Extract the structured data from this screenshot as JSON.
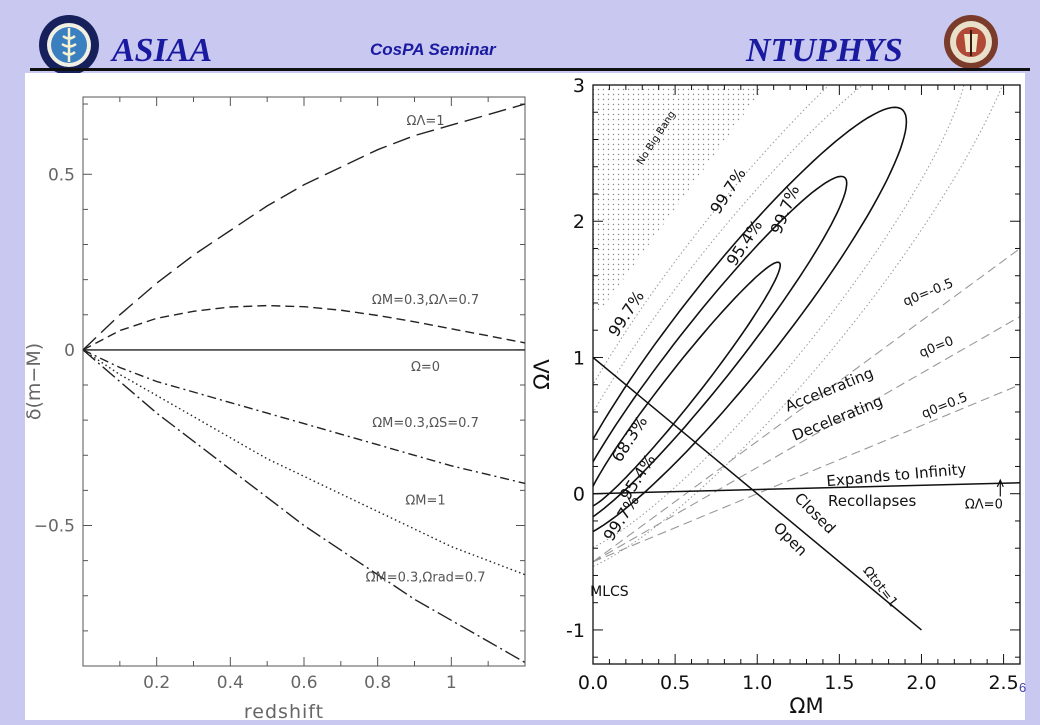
{
  "header": {
    "left_title": "ASIAA",
    "center_title": "CosPA  Seminar",
    "right_title": "NTUPHYS",
    "page_number": "6",
    "left_logo_icon": "academia-sinica-seal-icon",
    "right_logo_icon": "ntu-seal-icon",
    "colors": {
      "background": "#c8c8f0",
      "title": "#1a1aa0"
    }
  },
  "chart_data": [
    {
      "type": "line",
      "xlabel": "redshift",
      "ylabel": "δ(m−M)",
      "xlim": [
        0,
        1.2
      ],
      "ylim": [
        -0.9,
        0.72
      ],
      "xticks": [
        0.2,
        0.4,
        0.6,
        0.8,
        1
      ],
      "xtick_labels": [
        "0.2",
        "0.4",
        "0.6",
        "0.8",
        "1"
      ],
      "yticks": [
        0.5,
        0,
        -0.5
      ],
      "ytick_labels": [
        "0.5",
        "0",
        "−0.5"
      ],
      "grid": false,
      "series": [
        {
          "label": "ΩΛ=1",
          "style": "long-dash",
          "x": [
            0,
            0.1,
            0.2,
            0.3,
            0.4,
            0.5,
            0.6,
            0.7,
            0.8,
            0.9,
            1.0,
            1.1,
            1.2
          ],
          "y": [
            0,
            0.1,
            0.19,
            0.27,
            0.34,
            0.41,
            0.47,
            0.52,
            0.57,
            0.61,
            0.64,
            0.67,
            0.7
          ]
        },
        {
          "label": "ΩM=0.3,ΩΛ=0.7",
          "style": "dash",
          "x": [
            0,
            0.1,
            0.2,
            0.3,
            0.4,
            0.5,
            0.6,
            0.7,
            0.8,
            0.9,
            1.0,
            1.1,
            1.2
          ],
          "y": [
            0,
            0.055,
            0.09,
            0.11,
            0.122,
            0.126,
            0.123,
            0.113,
            0.098,
            0.08,
            0.06,
            0.04,
            0.02
          ]
        },
        {
          "label": "Ω=0",
          "style": "solid",
          "x": [
            0,
            1.2
          ],
          "y": [
            0,
            0
          ]
        },
        {
          "label": "ΩM=0.3,ΩS=0.7",
          "style": "dash-dot",
          "x": [
            0,
            0.1,
            0.2,
            0.3,
            0.4,
            0.5,
            0.6,
            0.7,
            0.8,
            0.9,
            1.0,
            1.1,
            1.2
          ],
          "y": [
            0,
            -0.05,
            -0.09,
            -0.12,
            -0.15,
            -0.18,
            -0.21,
            -0.24,
            -0.27,
            -0.3,
            -0.33,
            -0.355,
            -0.38
          ]
        },
        {
          "label": "ΩM=1",
          "style": "dotted",
          "x": [
            0,
            0.1,
            0.2,
            0.3,
            0.4,
            0.5,
            0.6,
            0.7,
            0.8,
            0.9,
            1.0,
            1.1,
            1.2
          ],
          "y": [
            0,
            -0.07,
            -0.13,
            -0.19,
            -0.25,
            -0.31,
            -0.36,
            -0.41,
            -0.46,
            -0.51,
            -0.56,
            -0.6,
            -0.64
          ]
        },
        {
          "label": "ΩM=0.3,Ωrad=0.7",
          "style": "long-dash-dot",
          "x": [
            0,
            0.1,
            0.2,
            0.3,
            0.4,
            0.5,
            0.6,
            0.7,
            0.8,
            0.9,
            1.0,
            1.1,
            1.2
          ],
          "y": [
            0,
            -0.09,
            -0.18,
            -0.26,
            -0.34,
            -0.42,
            -0.5,
            -0.57,
            -0.64,
            -0.71,
            -0.77,
            -0.83,
            -0.89
          ]
        }
      ],
      "annotations": [
        {
          "text": "ΩΛ=1",
          "x": 0.93,
          "y": 0.64
        },
        {
          "text": "ΩM=0.3,ΩΛ=0.7",
          "x": 0.93,
          "y": 0.13
        },
        {
          "text": "Ω=0",
          "x": 0.93,
          "y": -0.06
        },
        {
          "text": "ΩM=0.3,ΩS=0.7",
          "x": 0.93,
          "y": -0.22
        },
        {
          "text": "ΩM=1",
          "x": 0.93,
          "y": -0.44
        },
        {
          "text": "ΩM=0.3,Ωrad=0.7",
          "x": 0.93,
          "y": -0.66
        }
      ]
    },
    {
      "type": "line",
      "xlabel": "ΩM",
      "ylabel": "ΩΛ",
      "xlim": [
        0,
        2.6
      ],
      "ylim": [
        -1.25,
        3
      ],
      "xticks": [
        0,
        0.5,
        1,
        1.5,
        2,
        2.5
      ],
      "xtick_labels": [
        "0.0",
        "0.5",
        "1.0",
        "1.5",
        "2.0",
        "2.5"
      ],
      "yticks": [
        -1,
        0,
        1,
        2,
        3
      ],
      "ytick_labels": [
        "-1",
        "0",
        "1",
        "2",
        "3"
      ],
      "grid": false,
      "contours": [
        {
          "level": "68.3%",
          "center": [
            0.55,
            0.8
          ],
          "a": 1.07,
          "b": 0.11,
          "angle_deg": 57
        },
        {
          "level": "95.4%",
          "center": [
            0.7,
            1.05
          ],
          "a": 1.52,
          "b": 0.2,
          "angle_deg": 57
        },
        {
          "level": "99.7%",
          "center": [
            0.85,
            1.25
          ],
          "a": 1.88,
          "b": 0.32,
          "angle_deg": 57
        }
      ],
      "lines": [
        {
          "label": "q0=-0.5",
          "style": "dash",
          "x": [
            0,
            2.6
          ],
          "y": [
            -0.5,
            1.8
          ]
        },
        {
          "label": "q0=0",
          "style": "dash",
          "x": [
            0,
            2.6
          ],
          "y": [
            -0.5,
            1.3
          ]
        },
        {
          "label": "q0=0.5",
          "style": "dash",
          "x": [
            0,
            2.6
          ],
          "y": [
            -0.5,
            0.8
          ]
        },
        {
          "label": "Ωtot=1",
          "style": "solid",
          "x": [
            0,
            2
          ],
          "y": [
            1,
            -1
          ]
        },
        {
          "label": "ΩΛ=0",
          "style": "solid",
          "x": [
            0,
            2.6
          ],
          "y": [
            0,
            0.08
          ]
        }
      ],
      "text_annotations": [
        {
          "text": "No Big Bang",
          "x": 0.4,
          "y": 2.6,
          "angle": -57,
          "size": 10
        },
        {
          "text": "99.7%",
          "x": 0.85,
          "y": 2.2,
          "angle": -57,
          "size": 16
        },
        {
          "text": "95.4%",
          "x": 0.95,
          "y": 1.82,
          "angle": -57,
          "size": 16
        },
        {
          "text": "99.7%",
          "x": 1.2,
          "y": 2.07,
          "angle": -68,
          "size": 16
        },
        {
          "text": "99.7%",
          "x": 0.23,
          "y": 1.3,
          "angle": -57,
          "size": 16
        },
        {
          "text": "68.3%",
          "x": 0.25,
          "y": 0.38,
          "angle": -57,
          "size": 16
        },
        {
          "text": "95.4%",
          "x": 0.3,
          "y": 0.1,
          "angle": -57,
          "size": 16
        },
        {
          "text": "99.7%",
          "x": 0.2,
          "y": -0.2,
          "angle": -57,
          "size": 16
        },
        {
          "text": "q0=-0.5",
          "x": 2.05,
          "y": 1.45,
          "angle": -22,
          "size": 13
        },
        {
          "text": "q0=0",
          "x": 2.1,
          "y": 1.05,
          "angle": -22,
          "size": 13
        },
        {
          "text": "Accelerating",
          "x": 1.45,
          "y": 0.73,
          "angle": -22,
          "size": 15
        },
        {
          "text": "Decelerating",
          "x": 1.5,
          "y": 0.52,
          "angle": -22,
          "size": 15
        },
        {
          "text": "q0=0.5",
          "x": 2.15,
          "y": 0.62,
          "angle": -22,
          "size": 13
        },
        {
          "text": "Expands to Infinity",
          "x": 1.85,
          "y": 0.1,
          "angle": -5,
          "size": 15
        },
        {
          "text": "Recollapses",
          "x": 1.7,
          "y": -0.09,
          "angle": 0,
          "size": 15
        },
        {
          "text": "ΩΛ=0",
          "x": 2.38,
          "y": -0.11,
          "angle": 0,
          "size": 13
        },
        {
          "text": "Closed",
          "x": 1.33,
          "y": -0.17,
          "angle": 45,
          "size": 15
        },
        {
          "text": "Open",
          "x": 1.18,
          "y": -0.36,
          "angle": 45,
          "size": 15
        },
        {
          "text": "Ωtot=1",
          "x": 1.73,
          "y": -0.7,
          "angle": 52,
          "size": 13
        },
        {
          "text": "MLCS",
          "x": 0.1,
          "y": -0.75,
          "angle": 0,
          "size": 14
        }
      ]
    }
  ]
}
